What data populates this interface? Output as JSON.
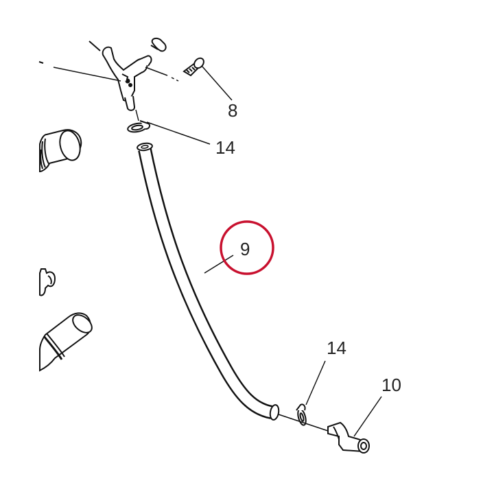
{
  "diagram": {
    "callouts": [
      {
        "id": "8",
        "label": "8"
      },
      {
        "id": "14_top",
        "label": "14"
      },
      {
        "id": "9",
        "label": "9"
      },
      {
        "id": "14_bottom",
        "label": "14"
      },
      {
        "id": "10",
        "label": "10"
      }
    ],
    "highlighted_callout": "9",
    "line_color": "#111111",
    "highlight_color": "#c8102e"
  }
}
